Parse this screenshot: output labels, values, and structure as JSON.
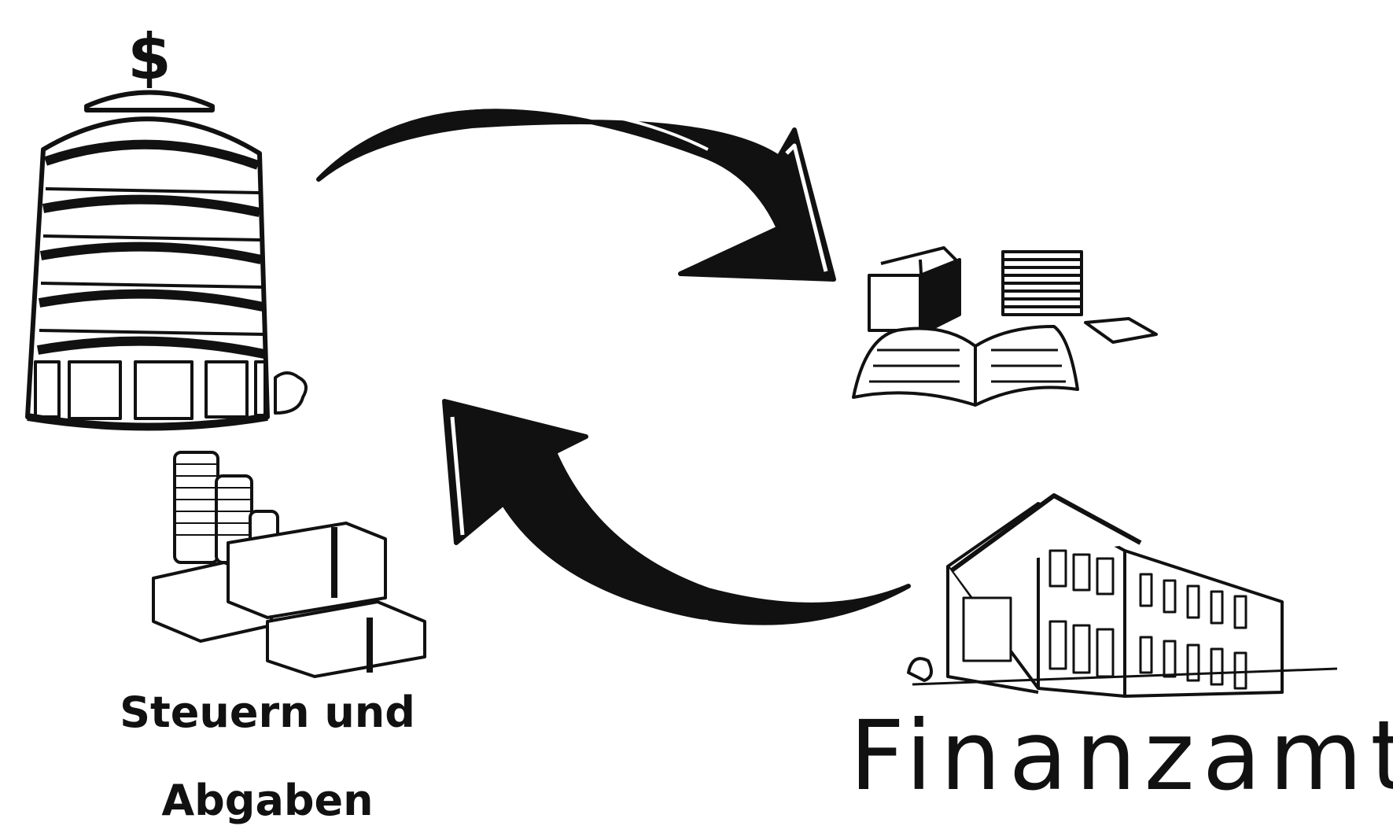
{
  "labels": {
    "taxes_line1": "Steuern und",
    "taxes_line2": "Abgaben",
    "tax_office": "Finanzamt"
  },
  "tower_sign": "$",
  "colors": {
    "ink": "#111111",
    "background": "#ffffff"
  }
}
